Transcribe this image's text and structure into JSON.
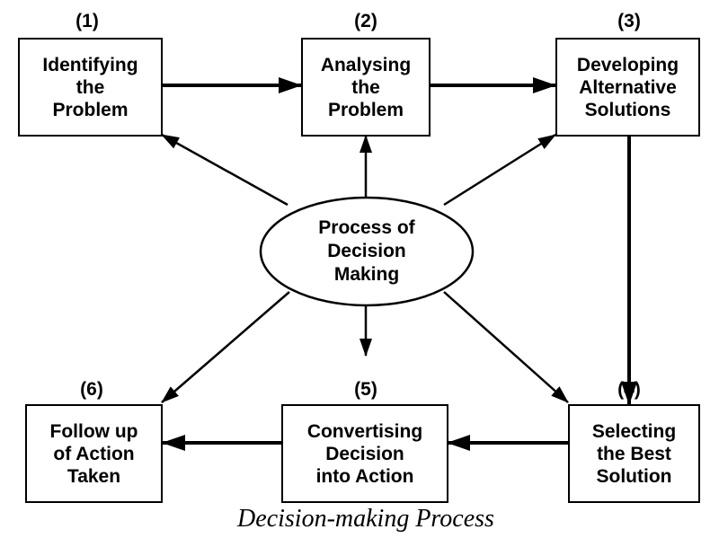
{
  "steps": [
    {
      "number": "(1)",
      "lines": [
        "Identifying",
        "the",
        "Problem"
      ]
    },
    {
      "number": "(2)",
      "lines": [
        "Analysing",
        "the",
        "Problem"
      ]
    },
    {
      "number": "(3)",
      "lines": [
        "Developing",
        "Alternative",
        "Solutions"
      ]
    },
    {
      "number": "(4)",
      "lines": [
        "Selecting",
        "the Best",
        "Solution"
      ]
    },
    {
      "number": "(5)",
      "lines": [
        "Convertising",
        "Decision",
        "into Action"
      ]
    },
    {
      "number": "(6)",
      "lines": [
        "Follow up",
        "of Action",
        "Taken"
      ]
    }
  ],
  "center": {
    "lines": [
      "Process of",
      "Decision",
      "Making"
    ]
  },
  "caption": "Decision-making Process"
}
